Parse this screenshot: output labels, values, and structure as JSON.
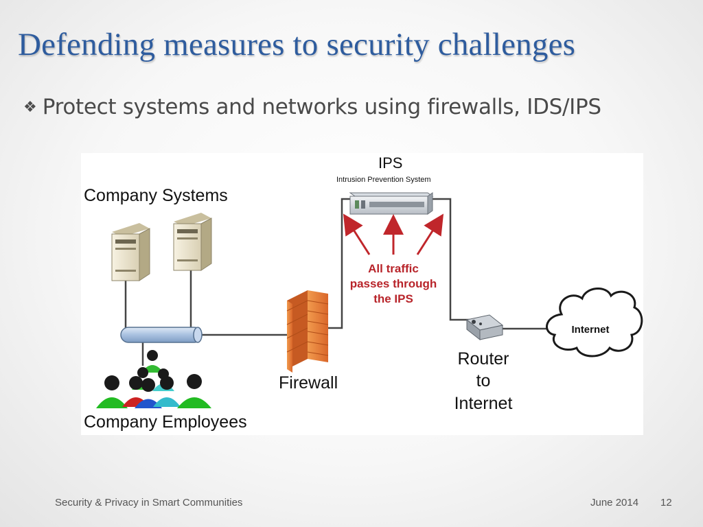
{
  "slide": {
    "title": "Defending measures to security challenges",
    "bullet_icon": "diamond-bullet-icon",
    "bullet_text": "Protect systems and networks using firewalls, IDS/IPS"
  },
  "diagram": {
    "ips_label": "IPS",
    "ips_sublabel": "Intrusion Prevention System",
    "company_systems_label": "Company Systems",
    "company_employees_label": "Company Employees",
    "firewall_label": "Firewall",
    "router_label_line1": "Router",
    "router_label_line2": "to",
    "router_label_line3": "Internet",
    "internet_label": "Internet",
    "traffic_note_line1": "All traffic",
    "traffic_note_line2": "passes through",
    "traffic_note_line3": "the IPS",
    "colors": {
      "traffic_arrows": "#c0262b",
      "firewall_brick": "#e27a2f",
      "network_bus": "#a9c1e0",
      "title_blue": "#2e5c9e"
    }
  },
  "footer": {
    "left_text": "Security & Privacy in Smart Communities",
    "date": "June 2014",
    "page_number": "12"
  }
}
